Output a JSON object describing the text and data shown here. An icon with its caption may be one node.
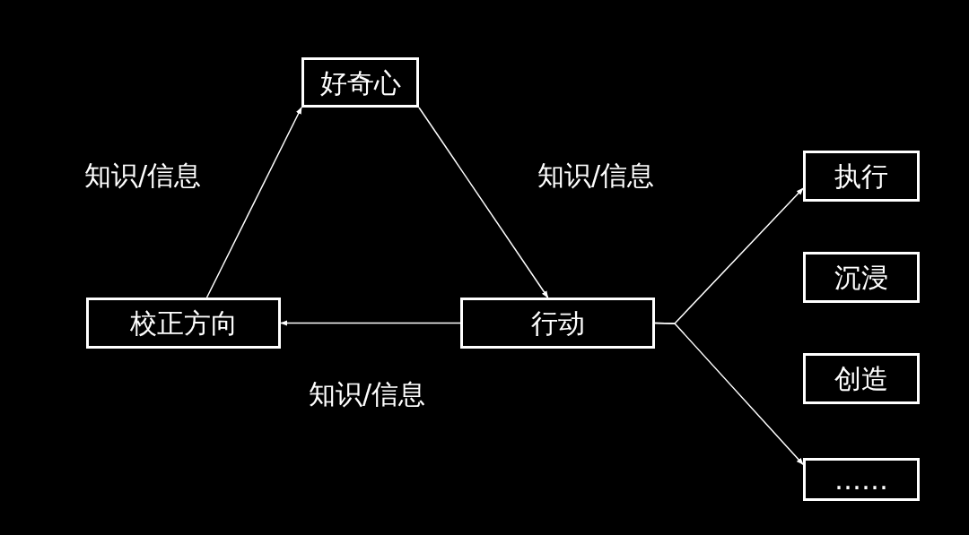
{
  "diagram": {
    "nodes": [
      {
        "text": [
          "好奇心"
        ]
      },
      {
        "text": [
          "校正方向"
        ]
      },
      {
        "text": [
          "行动"
        ]
      },
      {
        "text": [
          "执行"
        ]
      },
      {
        "text": [
          "沉浸"
        ]
      },
      {
        "text": [
          "创造"
        ]
      },
      {
        "text": [
          "……"
        ]
      }
    ],
    "edges": [
      {
        "from": 1,
        "to": 0,
        "arrow": "to",
        "label": "知识/信息"
      },
      {
        "from": 0,
        "to": 2,
        "arrow": "to",
        "label": "知识/信息"
      },
      {
        "from": 2,
        "to": 1,
        "arrow": "to",
        "label": "知识/信息"
      },
      {
        "from": 2,
        "to": 3,
        "arrow": "to"
      },
      {
        "from": 2,
        "to": 6,
        "arrow": "to"
      }
    ]
  }
}
